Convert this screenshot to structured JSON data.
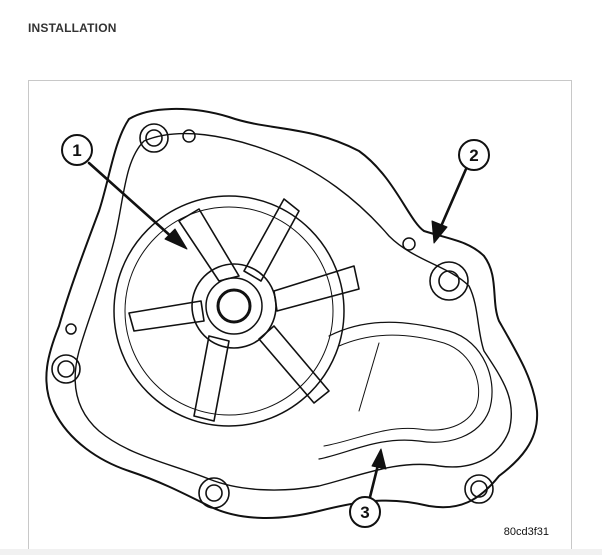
{
  "section": {
    "heading": "INSTALLATION"
  },
  "figure": {
    "id_label": "80cd3f31",
    "callouts": [
      {
        "number": "1"
      },
      {
        "number": "2"
      },
      {
        "number": "3"
      }
    ],
    "line_color": "#111111"
  }
}
